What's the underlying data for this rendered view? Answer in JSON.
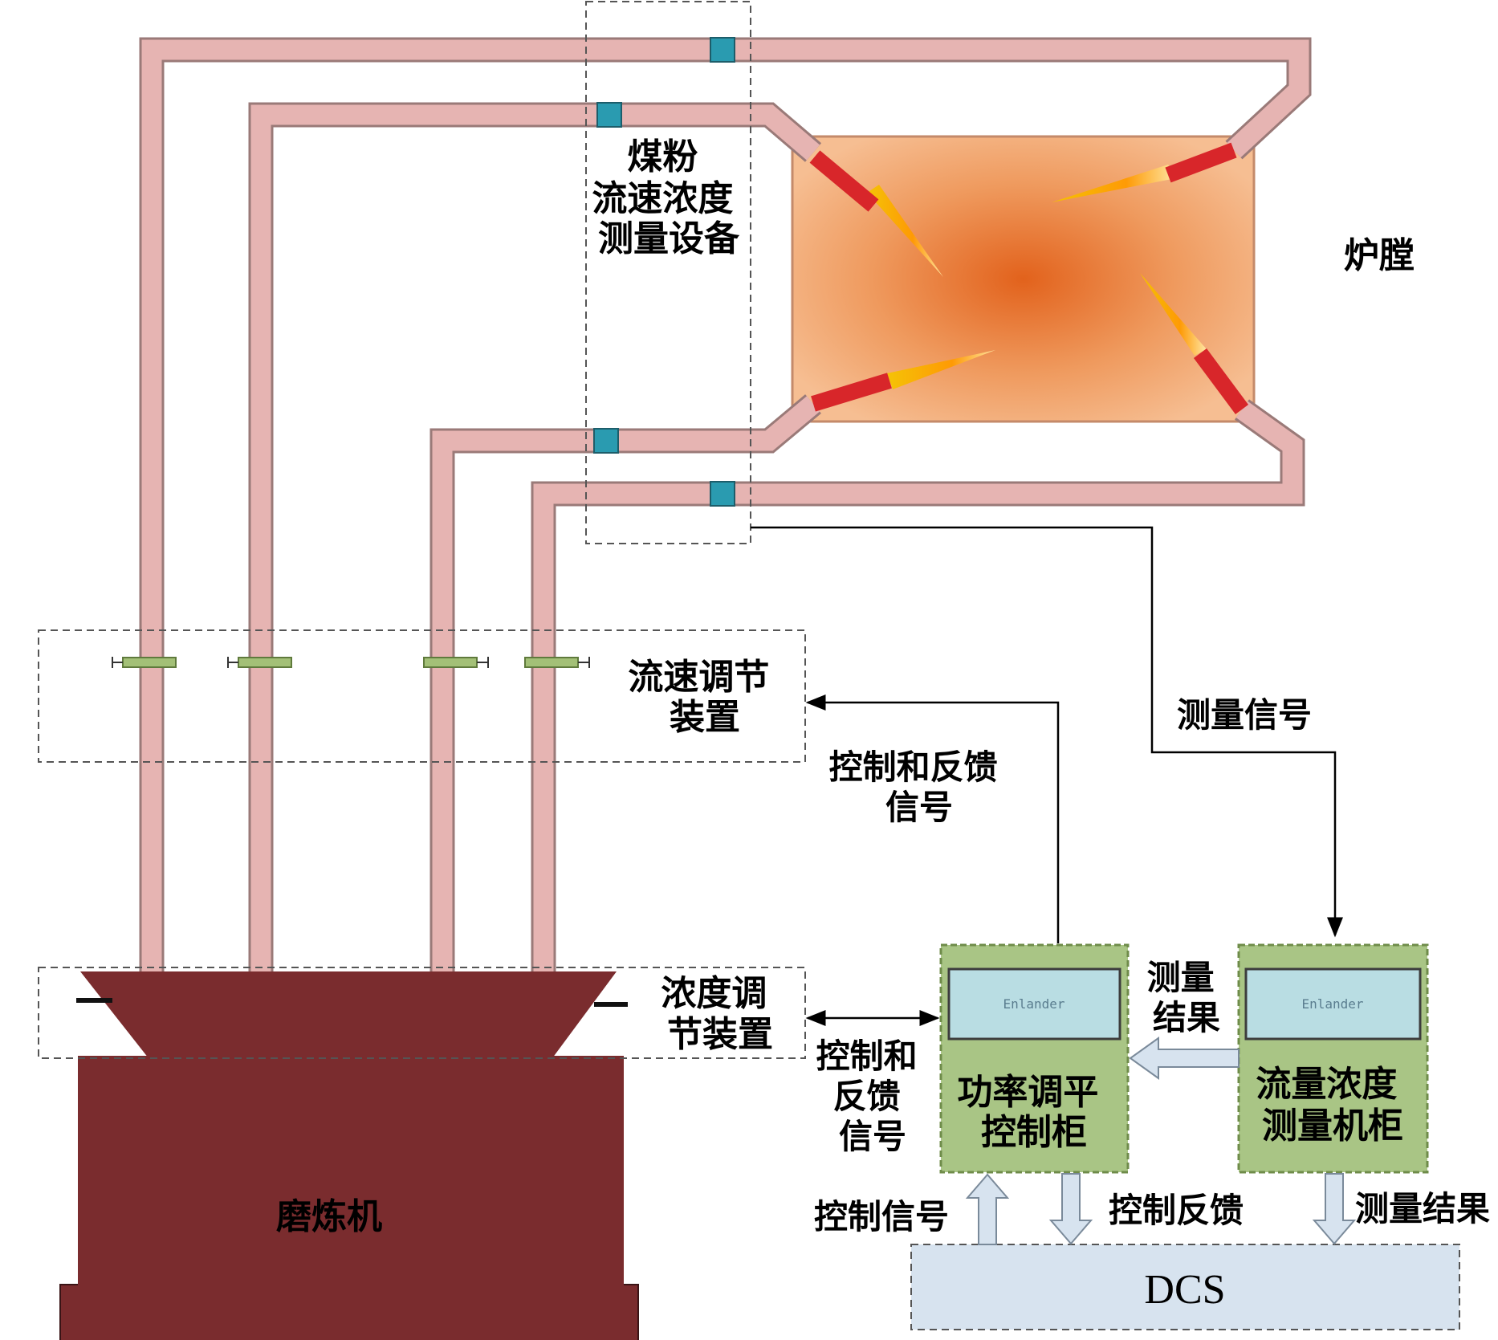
{
  "labels": {
    "measure_device": [
      "煤粉",
      "流速浓度",
      "测量设备"
    ],
    "furnace": "炉膛",
    "velocity_adjust": [
      "流速调节",
      "装置"
    ],
    "density_adjust": [
      "浓度调",
      "节装置"
    ],
    "mill": "磨炼机",
    "measure_signal": "测量信号",
    "control_feedback_top": [
      "控制和反馈",
      "信号"
    ],
    "control_feedback_left": [
      "控制和",
      "反馈",
      "信号"
    ],
    "measure_result_mid": [
      "测量",
      "结果"
    ],
    "power_cabinet": [
      "功率调平",
      "控制柜"
    ],
    "flow_cabinet": [
      "流量浓度",
      "测量机柜"
    ],
    "control_signal": "控制信号",
    "control_fb": "控制反馈",
    "measure_result_bottom": "测量结果",
    "dcs": "DCS",
    "screen_text": "Enlander"
  },
  "colors": {
    "pipe_fill": "#e6b4b2",
    "pipe_edge": "#9a7a78",
    "mill": "#7a2c2e",
    "cabinet": "#a9c585",
    "screen": "#b9dde3",
    "dcs": "#d7e3ef",
    "sensor": "#2a9bb0",
    "valve": "#a3c077",
    "furnace_center": "#e2621c",
    "furnace_edge": "#f4b68a",
    "burner": "#d8262a"
  }
}
